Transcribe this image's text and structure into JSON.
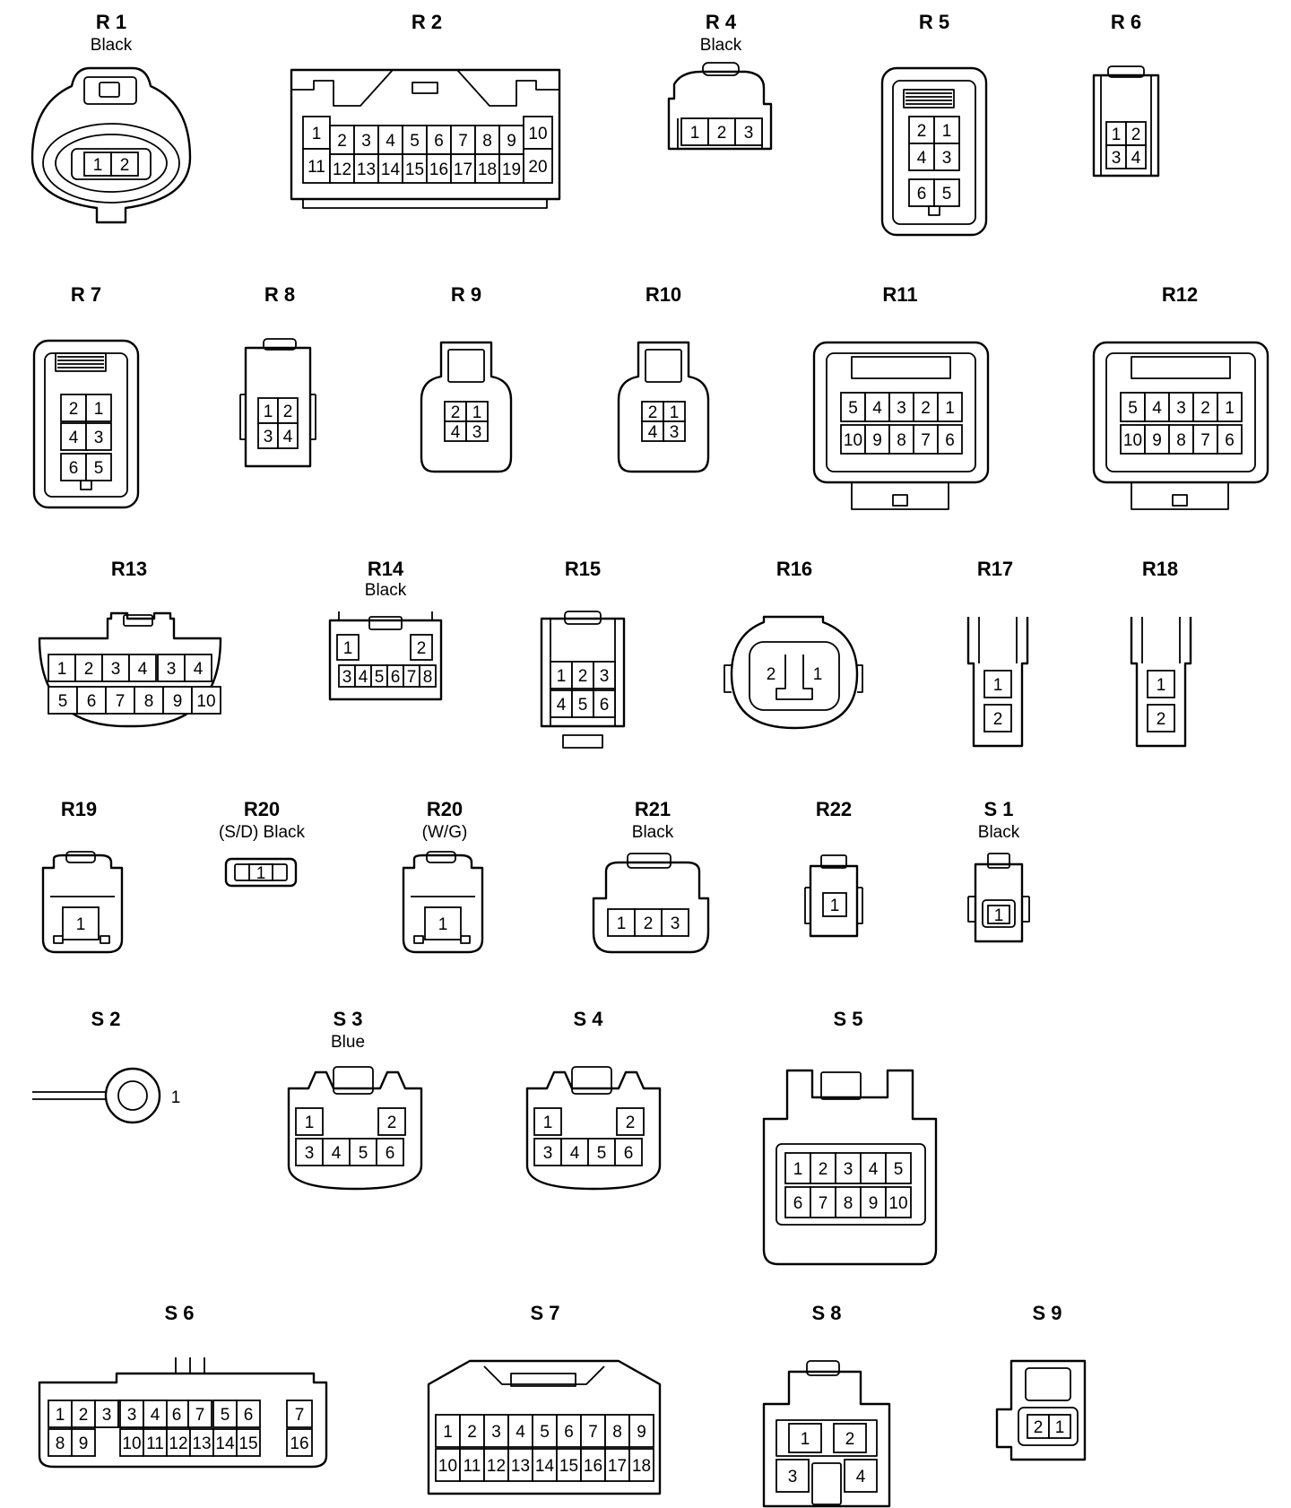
{
  "connectors": [
    {
      "id": "R1",
      "label": "R 1",
      "sub": "Black"
    },
    {
      "id": "R2",
      "label": "R 2",
      "sub": ""
    },
    {
      "id": "R4",
      "label": "R 4",
      "sub": "Black"
    },
    {
      "id": "R5",
      "label": "R 5",
      "sub": ""
    },
    {
      "id": "R6",
      "label": "R 6",
      "sub": ""
    },
    {
      "id": "R7",
      "label": "R 7",
      "sub": ""
    },
    {
      "id": "R8",
      "label": "R 8",
      "sub": ""
    },
    {
      "id": "R9",
      "label": "R 9",
      "sub": ""
    },
    {
      "id": "R10",
      "label": "R10",
      "sub": ""
    },
    {
      "id": "R11",
      "label": "R11",
      "sub": ""
    },
    {
      "id": "R12",
      "label": "R12",
      "sub": ""
    },
    {
      "id": "R13",
      "label": "R13",
      "sub": ""
    },
    {
      "id": "R14",
      "label": "R14",
      "sub": "Black"
    },
    {
      "id": "R15",
      "label": "R15",
      "sub": ""
    },
    {
      "id": "R16",
      "label": "R16",
      "sub": ""
    },
    {
      "id": "R17",
      "label": "R17",
      "sub": ""
    },
    {
      "id": "R18",
      "label": "R18",
      "sub": ""
    },
    {
      "id": "R19",
      "label": "R19",
      "sub": ""
    },
    {
      "id": "R20SD",
      "label": "R20",
      "sub": "(S/D)  Black"
    },
    {
      "id": "R20WG",
      "label": "R20",
      "sub": "(W/G)"
    },
    {
      "id": "R21",
      "label": "R21",
      "sub": "Black"
    },
    {
      "id": "R22",
      "label": "R22",
      "sub": ""
    },
    {
      "id": "S1",
      "label": "S 1",
      "sub": "Black"
    },
    {
      "id": "S2",
      "label": "S 2",
      "sub": ""
    },
    {
      "id": "S3",
      "label": "S 3",
      "sub": "Blue"
    },
    {
      "id": "S4",
      "label": "S 4",
      "sub": ""
    },
    {
      "id": "S5",
      "label": "S 5",
      "sub": ""
    },
    {
      "id": "S6",
      "label": "S 6",
      "sub": ""
    },
    {
      "id": "S7",
      "label": "S 7",
      "sub": ""
    },
    {
      "id": "S8",
      "label": "S 8",
      "sub": ""
    },
    {
      "id": "S9",
      "label": "S 9",
      "sub": ""
    }
  ],
  "pins": {
    "R1": [
      [
        "1",
        "2"
      ]
    ],
    "R2": [
      [
        "1",
        "",
        "2",
        "3",
        "4",
        "5",
        "6",
        "7",
        "8",
        "9",
        "10"
      ],
      [
        "11",
        "12",
        "13",
        "14",
        "15",
        "16",
        "17",
        "18",
        "19",
        "20"
      ]
    ],
    "R4": [
      [
        "1",
        "2",
        "3"
      ]
    ],
    "R5": [
      [
        "2",
        "1"
      ],
      [
        "4",
        "3"
      ],
      [
        "6",
        "5"
      ]
    ],
    "R6": [
      [
        "1",
        "2"
      ],
      [
        "3",
        "4"
      ]
    ],
    "R7": [
      [
        "2",
        "1"
      ],
      [
        "4",
        "3"
      ],
      [
        "6",
        "5"
      ]
    ],
    "R8": [
      [
        "1",
        "2"
      ],
      [
        "3",
        "4"
      ]
    ],
    "R9": [
      [
        "2",
        "1"
      ],
      [
        "4",
        "3"
      ]
    ],
    "R10": [
      [
        "2",
        "1"
      ],
      [
        "4",
        "3"
      ]
    ],
    "R11": [
      [
        "5",
        "4",
        "3",
        "2",
        "1"
      ],
      [
        "10",
        "9",
        "8",
        "7",
        "6"
      ]
    ],
    "R12": [
      [
        "5",
        "4",
        "3",
        "2",
        "1"
      ],
      [
        "10",
        "9",
        "8",
        "7",
        "6"
      ]
    ],
    "R13": [
      [
        "1",
        "2",
        "3",
        "4"
      ],
      [
        "5",
        "6",
        "7",
        "8",
        "9",
        "10"
      ]
    ],
    "R14": [
      [
        "1",
        "2"
      ],
      [
        "3",
        "4",
        "5",
        "6",
        "7",
        "8"
      ]
    ],
    "R15": [
      [
        "1",
        "2",
        "3"
      ],
      [
        "4",
        "5",
        "6"
      ]
    ],
    "R16": [
      [
        "2",
        "1"
      ]
    ],
    "R17": [
      [
        "1"
      ],
      [
        "2"
      ]
    ],
    "R18": [
      [
        "1"
      ],
      [
        "2"
      ]
    ],
    "R19": [
      [
        "1"
      ]
    ],
    "R20SD": [
      [
        "1"
      ]
    ],
    "R20WG": [
      [
        "1"
      ]
    ],
    "R21": [
      [
        "1",
        "2",
        "3"
      ]
    ],
    "R22": [
      [
        "1"
      ]
    ],
    "S1": [
      [
        "1"
      ]
    ],
    "S2": [
      [
        "1"
      ]
    ],
    "S3": [
      [
        "1",
        "2"
      ],
      [
        "3",
        "4",
        "5",
        "6"
      ]
    ],
    "S4": [
      [
        "1",
        "2"
      ],
      [
        "3",
        "4",
        "5",
        "6"
      ]
    ],
    "S5": [
      [
        "1",
        "2",
        "3",
        "4",
        "5"
      ],
      [
        "6",
        "7",
        "8",
        "9",
        "10"
      ]
    ],
    "S6": [
      [
        "1",
        "2",
        "3",
        "4",
        "5",
        "6",
        "7"
      ],
      [
        "8",
        "9",
        "10",
        "11",
        "12",
        "13",
        "14",
        "15",
        "16"
      ]
    ],
    "S7": [
      [
        "1",
        "2",
        "3",
        "4",
        "5",
        "6",
        "7",
        "8",
        "9"
      ],
      [
        "10",
        "11",
        "12",
        "13",
        "14",
        "15",
        "16",
        "17",
        "18"
      ]
    ],
    "S8": [
      [
        "1",
        "2"
      ],
      [
        "3",
        "4"
      ]
    ],
    "S9": [
      [
        "2",
        "1"
      ]
    ]
  }
}
